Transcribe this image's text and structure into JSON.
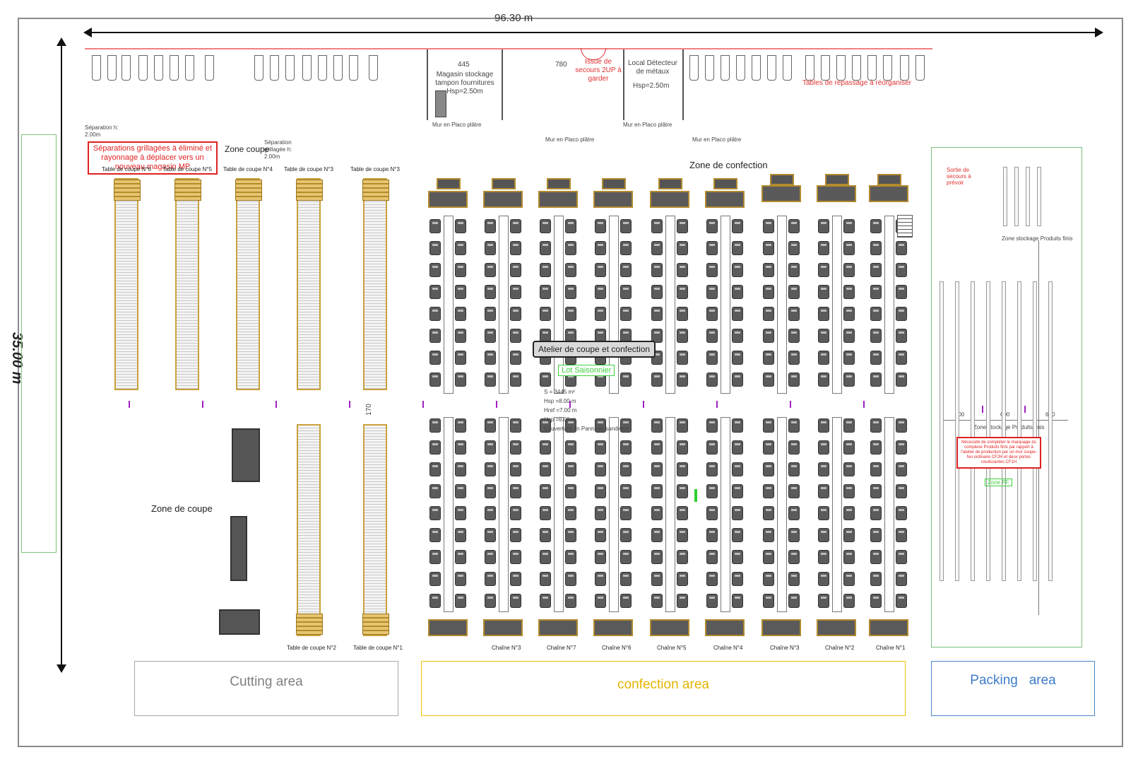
{
  "dimensions": {
    "width_label": "96.30 m",
    "height_label": "35.00 m"
  },
  "top_strip": {
    "magasin": {
      "dim": "445",
      "label": "Magasin stockage tampon fournitures Hsp=2.50m",
      "wall": "Mur en Placo plâtre"
    },
    "dim_780": "780",
    "issue": "Issue de secours 2UP à garder",
    "detecteur": {
      "label": "Local Détecteur de métaux",
      "hsp": "Hsp=2.50m",
      "wall": "Mur en Placo plâtre"
    },
    "repassage": "Tables de repassage à réorganiser",
    "separation_left": "Séparation h: 2.00m",
    "separation_right": "Séparation grillagée h: 2.00m",
    "wall_left": "Mur en Placo plâtre",
    "wall_right": "Mur en Placo plâtre"
  },
  "notes": {
    "red_note": "Séparations grillagées à éliminé et rayonnage à déplacer vers un nouveau magasin MP",
    "packing_red_note": "Nécessité de compléter le marquage du complexe Produits finis par rapport à l'atelier de production par un mur coupe-feu ordinaire CF2H et deux portes coulissantes CF1H",
    "green_label_center": "Lot Saisonnier",
    "green_label_packing": "Zone PF"
  },
  "zones": {
    "zone_coupe_top": "Zone coupe",
    "zone_coupe_bottom": "Zone de coupe",
    "zone_confection": "Zone de confection",
    "zone_stockage_pf_top": "Zone stockage Produits finis",
    "zone_stockage_pf_mid": "Zone stockage Produits finis",
    "sortie": "Sortie de secours à prévoir",
    "atelier_title": "Atelier de coupe et confection",
    "atelier_specs": [
      "S = 3445 m²",
      "Hsp =8.00 m",
      "Href =7.00 m",
      "Hsp =6.00 m",
      "Couverture en Panneau sandwich"
    ],
    "dim_170": "170",
    "packing_dims": [
      "600",
      "600",
      "600"
    ]
  },
  "cutting_tables_top": [
    "Table de coupe N°6",
    "Table de coupe N°5",
    "Table de coupe N°4",
    "Table de coupe N°3",
    "Table de coupe N°3"
  ],
  "cutting_tables_bottom": [
    "Table de coupe N°2",
    "Table de coupe N°1"
  ],
  "chains": [
    "Chaîne N°3",
    "Chaîne N°7",
    "Chaîne N°6",
    "Chaîne N°5",
    "Chaîne N°4",
    "Chaîne N°3",
    "Chaîne N°2",
    "Chaîne N°1"
  ],
  "areas": {
    "cutting": "Cutting area",
    "confection": "confection area",
    "packing": "Packing   area"
  },
  "colors": {
    "cutting_border": "#a8a8a8",
    "confection_border": "#f2c200",
    "packing_border": "#4a86c8",
    "cutting_text": "#7f7f7f",
    "confection_text": "#e3b400",
    "packing_text": "#3d7cc9",
    "note_red": "#e02020",
    "table_gold": "#c9a13b"
  }
}
